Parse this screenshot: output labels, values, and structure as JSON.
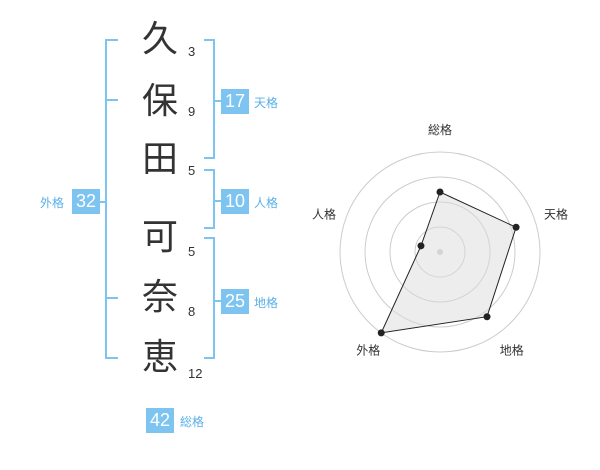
{
  "name_chars": [
    "久",
    "保",
    "田",
    "可",
    "奈",
    "恵"
  ],
  "strokes": [
    "3",
    "9",
    "5",
    "5",
    "8",
    "12"
  ],
  "fortunes": {
    "tenkaku": {
      "value": "17",
      "label": "天格"
    },
    "jinkaku": {
      "value": "10",
      "label": "人格"
    },
    "chikaku": {
      "value": "25",
      "label": "地格"
    },
    "gaikaku": {
      "value": "32",
      "label": "外格"
    },
    "soukaku": {
      "value": "42",
      "label": "総格"
    }
  },
  "colors": {
    "accent": "#7dc4f0",
    "bracket": "#7dc4f0",
    "text": "#333333"
  },
  "chart_data": {
    "type": "radar",
    "axes": [
      "総格",
      "天格",
      "地格",
      "外格",
      "人格"
    ],
    "values": [
      3,
      4,
      4,
      5,
      1
    ],
    "max": 5,
    "rings": 4
  }
}
